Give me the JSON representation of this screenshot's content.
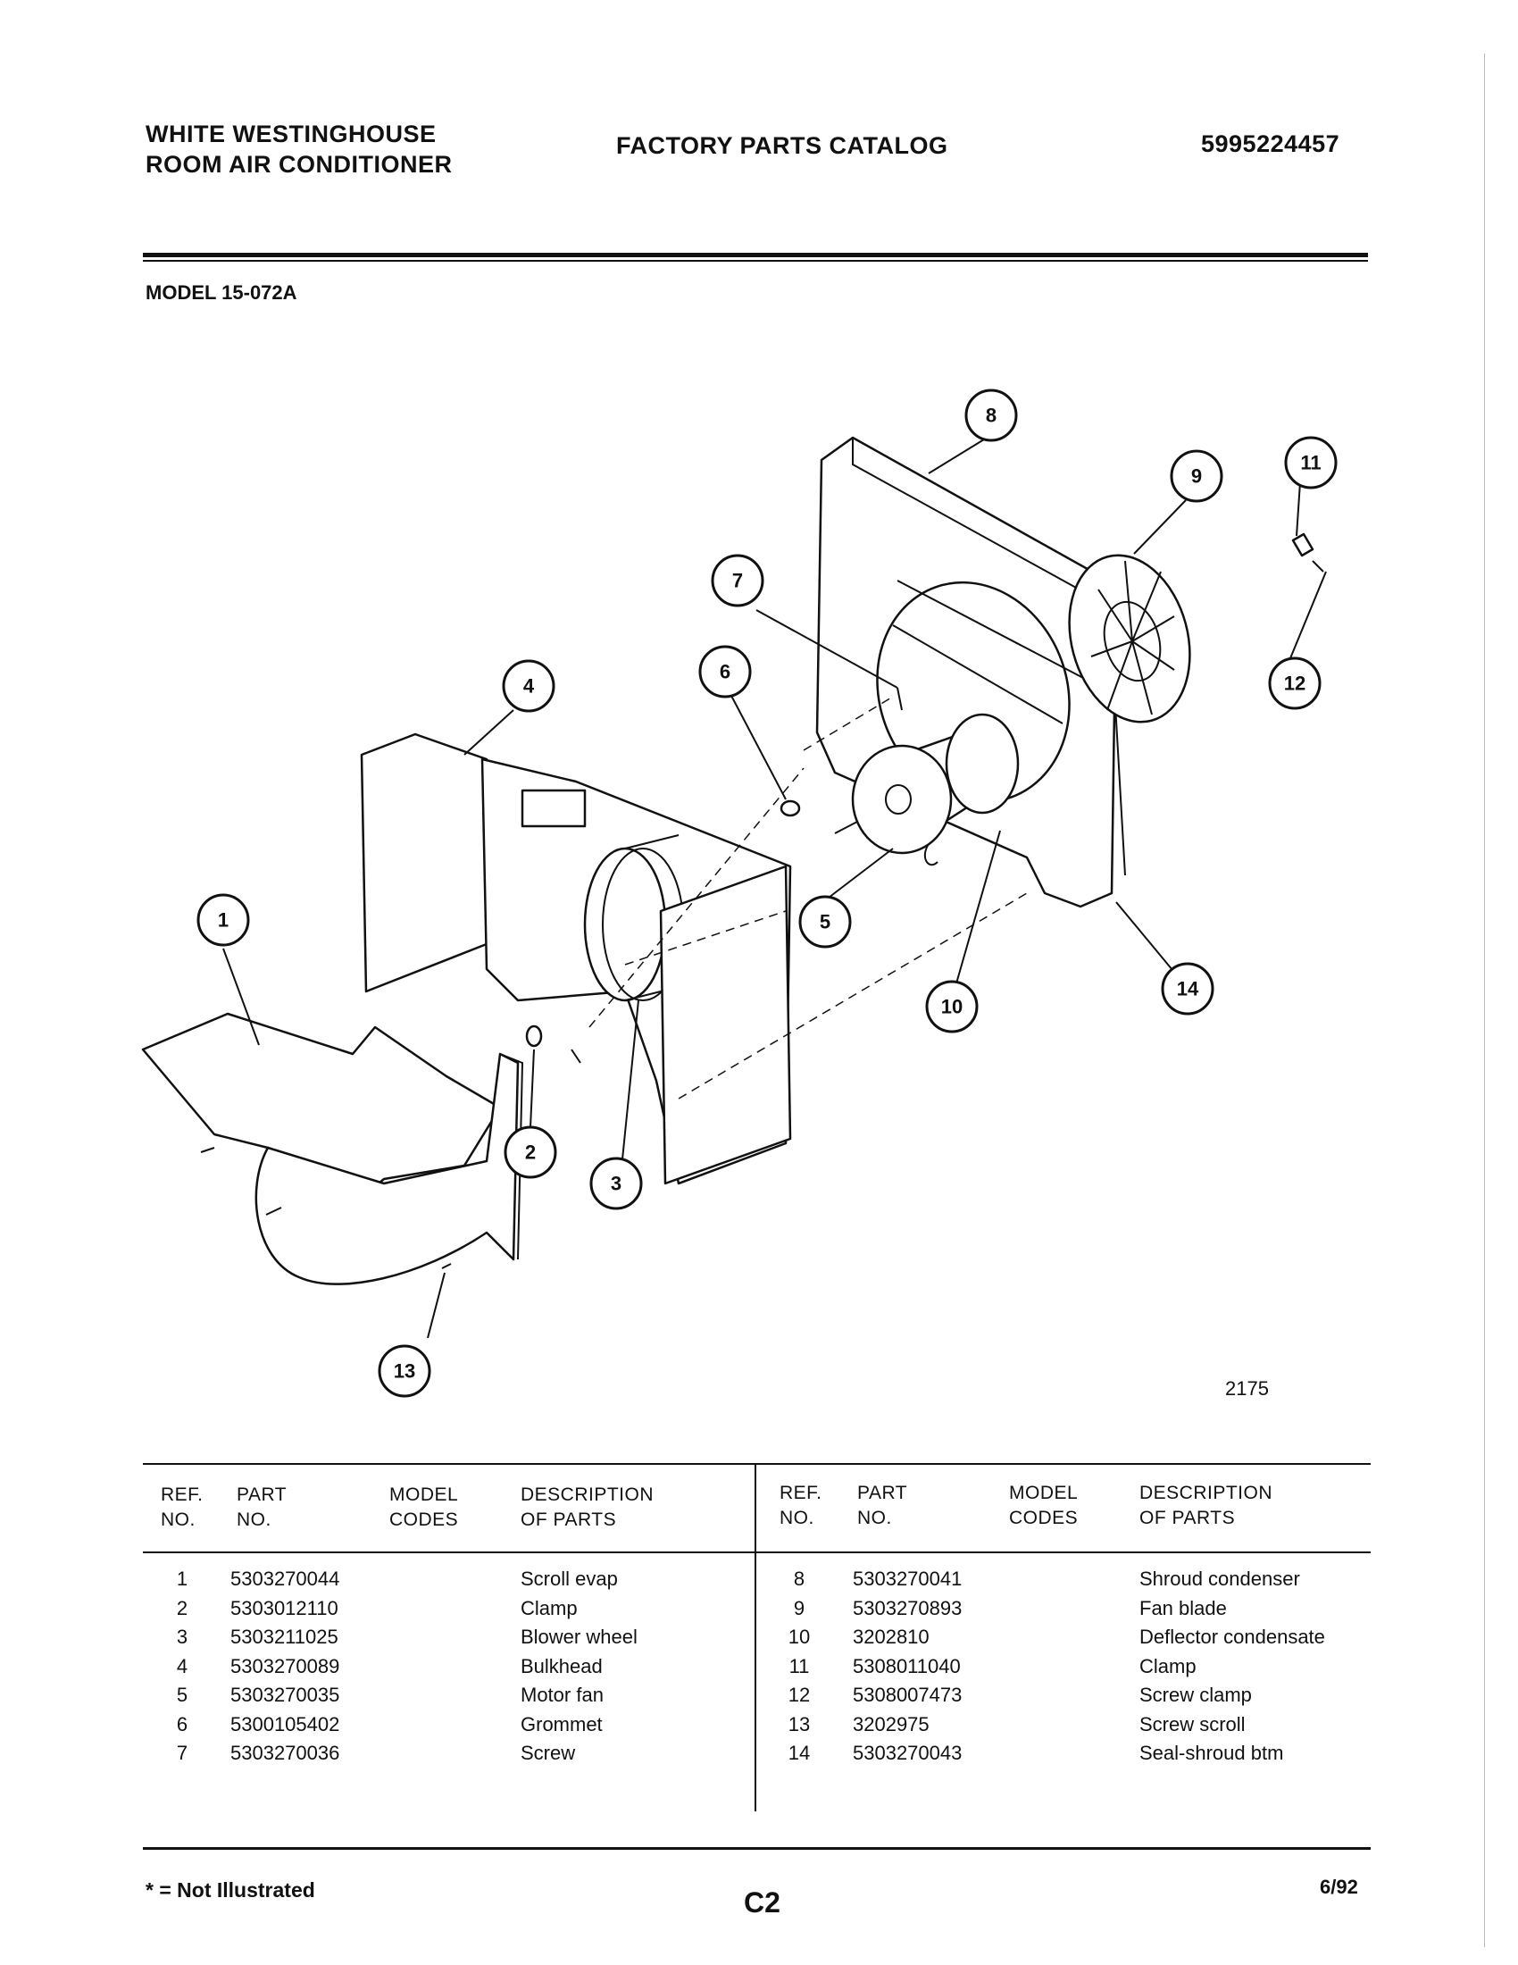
{
  "header": {
    "brand_line1": "WHITE WESTINGHOUSE",
    "brand_line2": "ROOM AIR CONDITIONER",
    "catalog_title": "FACTORY PARTS CATALOG",
    "catalog_number": "5995224457",
    "model": "MODEL 15-072A"
  },
  "diagram": {
    "code": "2175",
    "callouts": [
      "1",
      "2",
      "3",
      "4",
      "5",
      "6",
      "7",
      "8",
      "9",
      "10",
      "11",
      "12",
      "13",
      "14"
    ]
  },
  "table": {
    "headers": {
      "ref": [
        "REF.",
        "NO."
      ],
      "part": [
        "PART",
        "NO."
      ],
      "model": [
        "MODEL",
        "CODES"
      ],
      "desc": [
        "DESCRIPTION",
        "OF PARTS"
      ]
    },
    "left_rows": [
      {
        "ref": "1",
        "part": "5303270044",
        "codes": "",
        "desc": "Scroll evap"
      },
      {
        "ref": "2",
        "part": "5303012110",
        "codes": "",
        "desc": "Clamp"
      },
      {
        "ref": "3",
        "part": "5303211025",
        "codes": "",
        "desc": "Blower wheel"
      },
      {
        "ref": "4",
        "part": "5303270089",
        "codes": "",
        "desc": "Bulkhead"
      },
      {
        "ref": "5",
        "part": "5303270035",
        "codes": "",
        "desc": "Motor fan"
      },
      {
        "ref": "6",
        "part": "5300105402",
        "codes": "",
        "desc": "Grommet"
      },
      {
        "ref": "7",
        "part": "5303270036",
        "codes": "",
        "desc": "Screw"
      }
    ],
    "right_rows": [
      {
        "ref": "8",
        "part": "5303270041",
        "codes": "",
        "desc": "Shroud condenser"
      },
      {
        "ref": "9",
        "part": "5303270893",
        "codes": "",
        "desc": "Fan blade"
      },
      {
        "ref": "10",
        "part": "3202810",
        "codes": "",
        "desc": "Deflector condensate"
      },
      {
        "ref": "11",
        "part": "5308011040",
        "codes": "",
        "desc": "Clamp"
      },
      {
        "ref": "12",
        "part": "5308007473",
        "codes": "",
        "desc": "Screw clamp"
      },
      {
        "ref": "13",
        "part": "3202975",
        "codes": "",
        "desc": "Screw scroll"
      },
      {
        "ref": "14",
        "part": "5303270043",
        "codes": "",
        "desc": "Seal-shroud btm"
      }
    ]
  },
  "footer": {
    "note": "* = Not Illustrated",
    "page": "C2",
    "date": "6/92"
  }
}
